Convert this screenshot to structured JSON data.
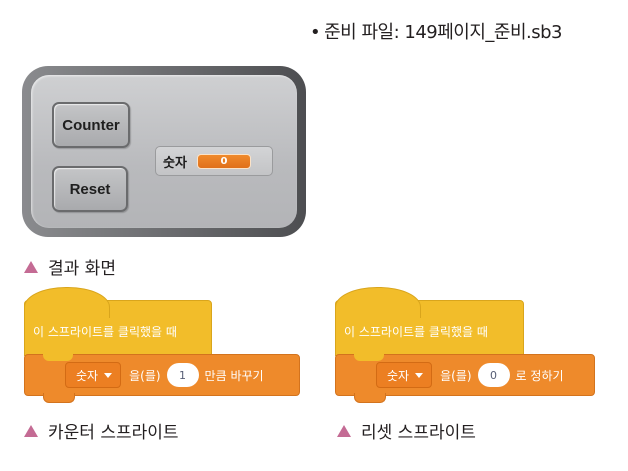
{
  "header": {
    "bullet": "•",
    "prep_file": "준비 파일: 149페이지_준비.sb3"
  },
  "stage": {
    "counter_button": "Counter",
    "reset_button": "Reset",
    "variable_label": "숫자",
    "variable_value": "0"
  },
  "captions": {
    "result": "결과 화면",
    "counter_sprite": "카운터 스프라이트",
    "reset_sprite": "리셋 스프라이트"
  },
  "counter_script": {
    "hat": "이 스프라이트를 클릭했을 때",
    "variable": "숫자",
    "particle": "을(를)",
    "value": "1",
    "action": "만큼 바꾸기"
  },
  "reset_script": {
    "hat": "이 스프라이트를 클릭했을 때",
    "variable": "숫자",
    "particle": "을(를)",
    "value": "0",
    "action": "로 정하기"
  },
  "colors": {
    "event_block": "#f2bd2a",
    "variable_block": "#ee8a2b",
    "caption_triangle": "#c46b94"
  }
}
